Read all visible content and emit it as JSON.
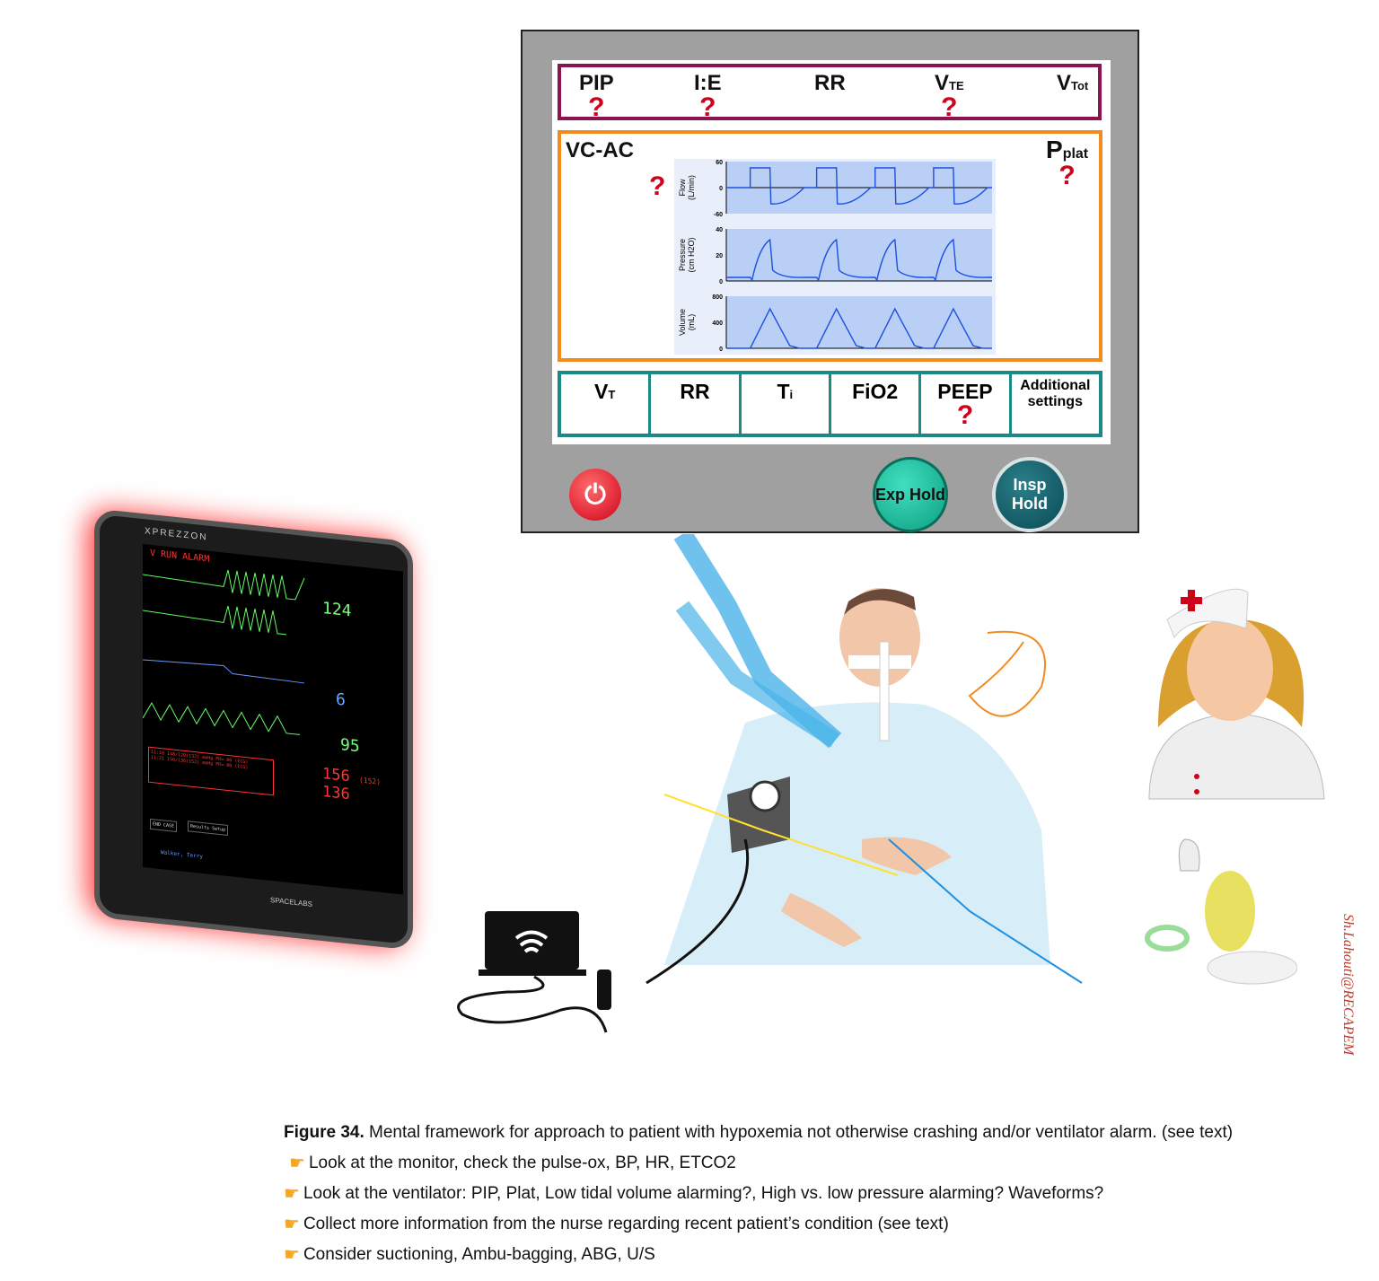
{
  "ventilator": {
    "top_params": [
      {
        "label": "PIP",
        "q": "?"
      },
      {
        "label": "I:E",
        "q": "?"
      },
      {
        "label": "RR",
        "q": ""
      },
      {
        "label": "V",
        "sub": "TE",
        "q": "?"
      },
      {
        "label": "V",
        "sub": "Tot",
        "q": ""
      }
    ],
    "mode": "VC-AC",
    "mode_q": "?",
    "pplat": {
      "label": "P",
      "sub": "plat",
      "q": "?"
    },
    "waveforms": [
      {
        "ylabel": "Flow",
        "yunit": "(L/min)",
        "ticks": [
          "60",
          "0",
          "-60"
        ]
      },
      {
        "ylabel": "Pressure",
        "yunit": "(cm H2O)",
        "ticks": [
          "40",
          "20",
          "0"
        ]
      },
      {
        "ylabel": "Volume",
        "yunit": "(mL)",
        "ticks": [
          "800",
          "400",
          "0"
        ]
      }
    ],
    "settings": [
      {
        "label": "V",
        "sub": "T"
      },
      {
        "label": "RR"
      },
      {
        "label": "T",
        "sub": "i"
      },
      {
        "label": "FiO2"
      },
      {
        "label": "PEEP",
        "q": "?"
      },
      {
        "label": "Additional settings"
      }
    ],
    "exp_hold": "Exp Hold",
    "insp_hold": "Insp Hold",
    "colors": {
      "top": "#8a1350",
      "mid": "#f28a1e",
      "bottom": "#1b8a86",
      "question": "#d0021b"
    }
  },
  "monitor": {
    "brand": "XPREZZON",
    "maker": "SPACELABS",
    "alarm": "V RUN ALARM",
    "hr": "124",
    "cvp": "6",
    "spo2": "95",
    "nibp_sys": "156",
    "nibp_dia": "136",
    "nibp_mean": "(152)",
    "log": [
      "11:18   148/120(132) mmHg PR= 80 (ECG)",
      "11:21   156/136(152) mmHg PR= 80 (ECG)"
    ],
    "patient": "Walker, Terry",
    "buttons": [
      "END CASE",
      "Results Setup"
    ]
  },
  "caption": {
    "figure": "Figure 34.",
    "text": " Mental framework for approach to patient with hypoxemia not otherwise crashing and/or ventilator alarm. (see text)",
    "bullets": [
      "Look at the monitor, check the pulse-ox, BP, HR, ETCO2",
      "Look at the ventilator: PIP, Plat, Low tidal volume alarming?, High vs. low pressure alarming? Waveforms?",
      "Collect more information from the nurse regarding recent patient’s condition (see text)",
      "Consider suctioning, Ambu-bagging, ABG, U/S"
    ]
  },
  "signature": "Sh.Lahouti@RECAPEM"
}
